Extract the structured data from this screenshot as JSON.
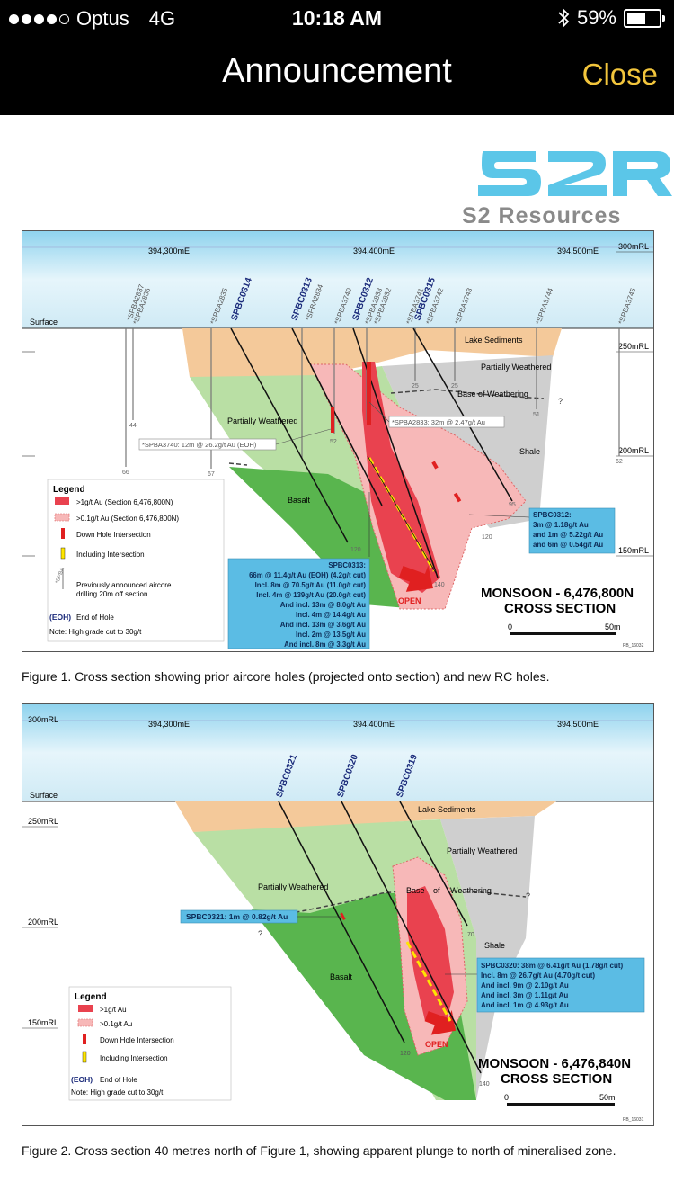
{
  "status_bar": {
    "carrier": "Optus",
    "network": "4G",
    "time": "10:18 AM",
    "battery_percent": "59%",
    "battery_level": 0.59
  },
  "nav": {
    "title": "Announcement",
    "close_label": "Close"
  },
  "logo": {
    "mark": "S2R",
    "text": "S2 Resources"
  },
  "figure1": {
    "eastings": [
      "394,300mE",
      "394,400mE",
      "394,500mE"
    ],
    "rl_labels": [
      "300mRL",
      "250mRL",
      "200mRL",
      "150mRL"
    ],
    "surface": "Surface",
    "zones": {
      "lake": "Lake Sediments",
      "pw_right": "Partially Weathered",
      "bow": "Base of Weathering",
      "pw_left": "Partially Weathered",
      "shale": "Shale",
      "basalt": "Basalt",
      "open": "OPEN"
    },
    "holes": [
      "*SPBA2837",
      "*SPBA2836",
      "*SPBA2835",
      "SPBC0314",
      "SPBC0313",
      "*SPBA2834",
      "*SPBA3740",
      "SPBC0312",
      "*SPBA2833",
      "*SPBA2832",
      "*SPBA3741",
      "SPBC0315",
      "*SPBA3742",
      "*SPBA3743",
      "*SPBA3744",
      "*SPBA3745"
    ],
    "depths": [
      "44",
      "66",
      "67",
      "52",
      "25",
      "25",
      "51",
      "62",
      "95",
      "120",
      "120",
      "140",
      "?"
    ],
    "callout_aircore1": "*SPBA3740: 12m @ 26.2g/t Au (EOH)",
    "callout_aircore2": "*SPBA2833: 32m @ 2.47g/t Au",
    "callout_0312": [
      "SPBC0312:",
      "3m @ 1.18g/t Au",
      "and 1m @ 5.22g/t Au",
      "and 6m @ 0.54g/t Au"
    ],
    "callout_0313": [
      "SPBC0313:",
      "66m @ 11.4g/t Au (EOH) (4.2g/t cut)",
      "Incl. 8m @ 70.5g/t Au (11.0g/t cut)",
      "Incl. 4m @ 139g/t Au (20.0g/t cut)",
      "And incl. 13m @ 8.0g/t Au",
      "Incl. 4m @ 14.4g/t Au",
      "And incl. 13m @ 3.6g/t Au",
      "Incl. 2m @ 13.5g/t Au",
      "And incl. 8m @ 3.3g/t Au"
    ],
    "legend": {
      "title": "Legend",
      "items": [
        ">1g/t Au (Section 6,476,800N)",
        ">0.1g/t Au (Section 6,476,800N)",
        "Down Hole Intersection",
        "Including Intersection",
        "Previously announced aircore",
        "drilling 20m off section",
        "End of Hole"
      ],
      "symbol_text": "*SPBA",
      "eoh": "(EOH)",
      "note": "Note: High grade cut to 30g/t"
    },
    "section_title": "MONSOON - 6,476,800N",
    "section_subtitle": "CROSS SECTION",
    "scale": [
      "0",
      "50m"
    ],
    "ref": "PB_16032"
  },
  "figure1_caption": "Figure 1. Cross section showing prior aircore holes (projected onto section) and new RC holes.",
  "figure2": {
    "eastings": [
      "394,300mE",
      "394,400mE",
      "394,500mE"
    ],
    "rl_labels": [
      "300mRL",
      "250mRL",
      "200mRL",
      "150mRL"
    ],
    "surface": "Surface",
    "zones": {
      "lake": "Lake Sediments",
      "pw_right": "Partially Weathered",
      "pw_left": "Partially Weathered",
      "bow_a": "Base",
      "bow_b": "of",
      "bow_c": "Weathering",
      "shale": "Shale",
      "basalt": "Basalt",
      "open": "OPEN"
    },
    "holes": [
      "SPBC0321",
      "SPBC0320",
      "SPBC0319"
    ],
    "depths": [
      "70",
      "120",
      "140",
      "?"
    ],
    "callout_0321": "SPBC0321: 1m @ 0.82g/t Au",
    "callout_0320": [
      "SPBC0320: 38m @ 6.41g/t Au (1.78g/t cut)",
      "Incl. 8m @ 26.7g/t Au (4.70g/t cut)",
      "And incl. 9m @ 2.10g/t Au",
      "And incl. 3m @ 1.11g/t Au",
      "And incl. 1m @ 4.93g/t Au"
    ],
    "legend": {
      "title": "Legend",
      "items": [
        ">1g/t Au",
        ">0.1g/t Au",
        "Down Hole Intersection",
        "Including Intersection",
        "End of Hole"
      ],
      "eoh": "(EOH)",
      "note": "Note: High grade cut to 30g/t"
    },
    "section_title": "MONSOON - 6,476,840N",
    "section_subtitle": "CROSS SECTION",
    "scale": [
      "0",
      "50m"
    ],
    "ref": "PB_16031"
  },
  "figure2_caption": "Figure 2. Cross section 40 metres north of Figure 1, showing apparent plunge to north of mineralised zone.",
  "colors": {
    "nav_bg": "#000000",
    "close": "#f2c53c",
    "sky": "#d5eef7",
    "lake": "#f4c99a",
    "pw_green": "#b9dfa4",
    "basalt": "#59b54e",
    "shale": "#c9c9c9",
    "ore_high": "#e9424f",
    "ore_low": "#f7b8b8",
    "callout": "#5bbce4",
    "logo": "#5bc6e8"
  }
}
